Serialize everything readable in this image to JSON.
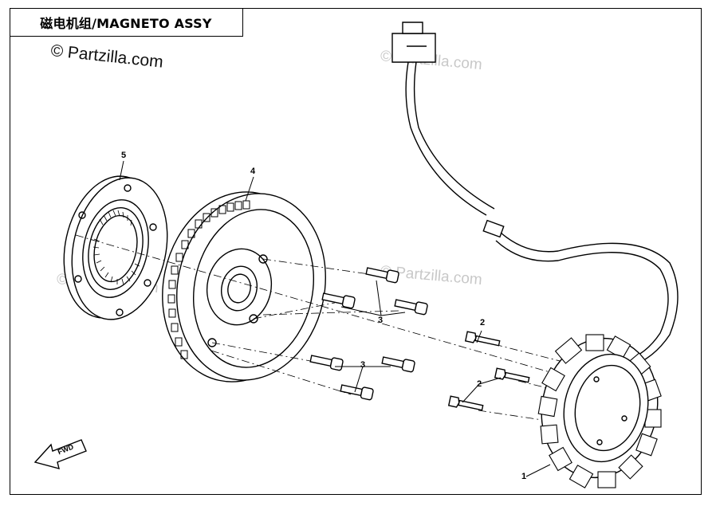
{
  "title": "磁电机组/MAGNETO ASSY",
  "copyright": "© Partzilla.com",
  "watermark": "© Partzilla.com",
  "fwd_label": "FWD",
  "callouts": {
    "c1": "1",
    "c2a": "2",
    "c2b": "2",
    "c3a": "3",
    "c3b": "3",
    "c4": "4",
    "c5": "5"
  },
  "parts": [
    {
      "ref": "1",
      "name": "stator"
    },
    {
      "ref": "2",
      "name": "stator-bolt"
    },
    {
      "ref": "3",
      "name": "flywheel-bolt"
    },
    {
      "ref": "4",
      "name": "flywheel-rotor"
    },
    {
      "ref": "5",
      "name": "starter-clutch"
    }
  ]
}
